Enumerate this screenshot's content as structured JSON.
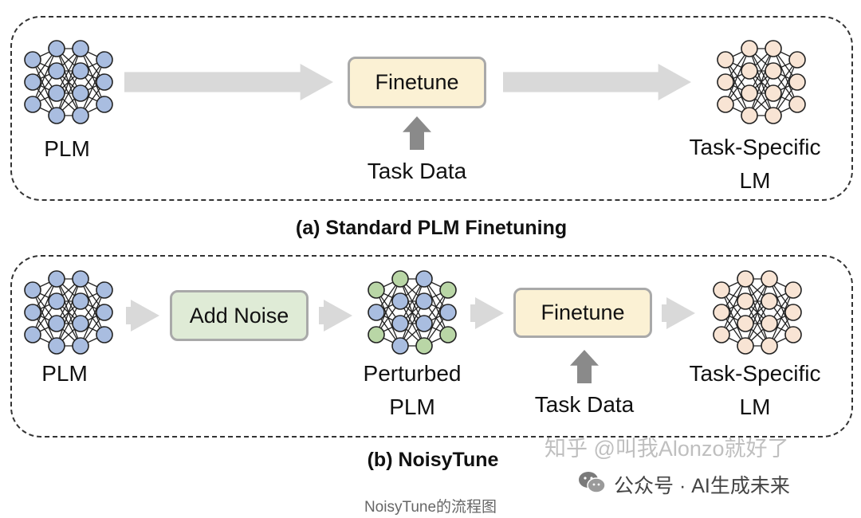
{
  "panel_a": {
    "caption": "(a) Standard PLM Finetuning",
    "plm_label": "PLM",
    "finetune_label": "Finetune",
    "task_data_label": "Task Data",
    "output_label_line1": "Task-Specific",
    "output_label_line2": "LM"
  },
  "panel_b": {
    "caption": "(b) NoisyTune",
    "plm_label": "PLM",
    "add_noise_label": "Add Noise",
    "perturbed_label_line1": "Perturbed",
    "perturbed_label_line2": "PLM",
    "finetune_label": "Finetune",
    "task_data_label": "Task Data",
    "output_label_line1": "Task-Specific",
    "output_label_line2": "LM"
  },
  "watermark": "知乎 @叫我Alonzo就好了",
  "source": "公众号 · AI生成未来",
  "footer_caption": "NoisyTune的流程图",
  "colors": {
    "plm_node": "#a9bde0",
    "perturbed_node": "#b9d6a6",
    "task_lm_node": "#f8e4d4",
    "finetune_box": "#fbf1d4",
    "noise_box": "#dfebd6",
    "arrow": "#d9d9d9",
    "up_arrow": "#8a8a8a"
  }
}
